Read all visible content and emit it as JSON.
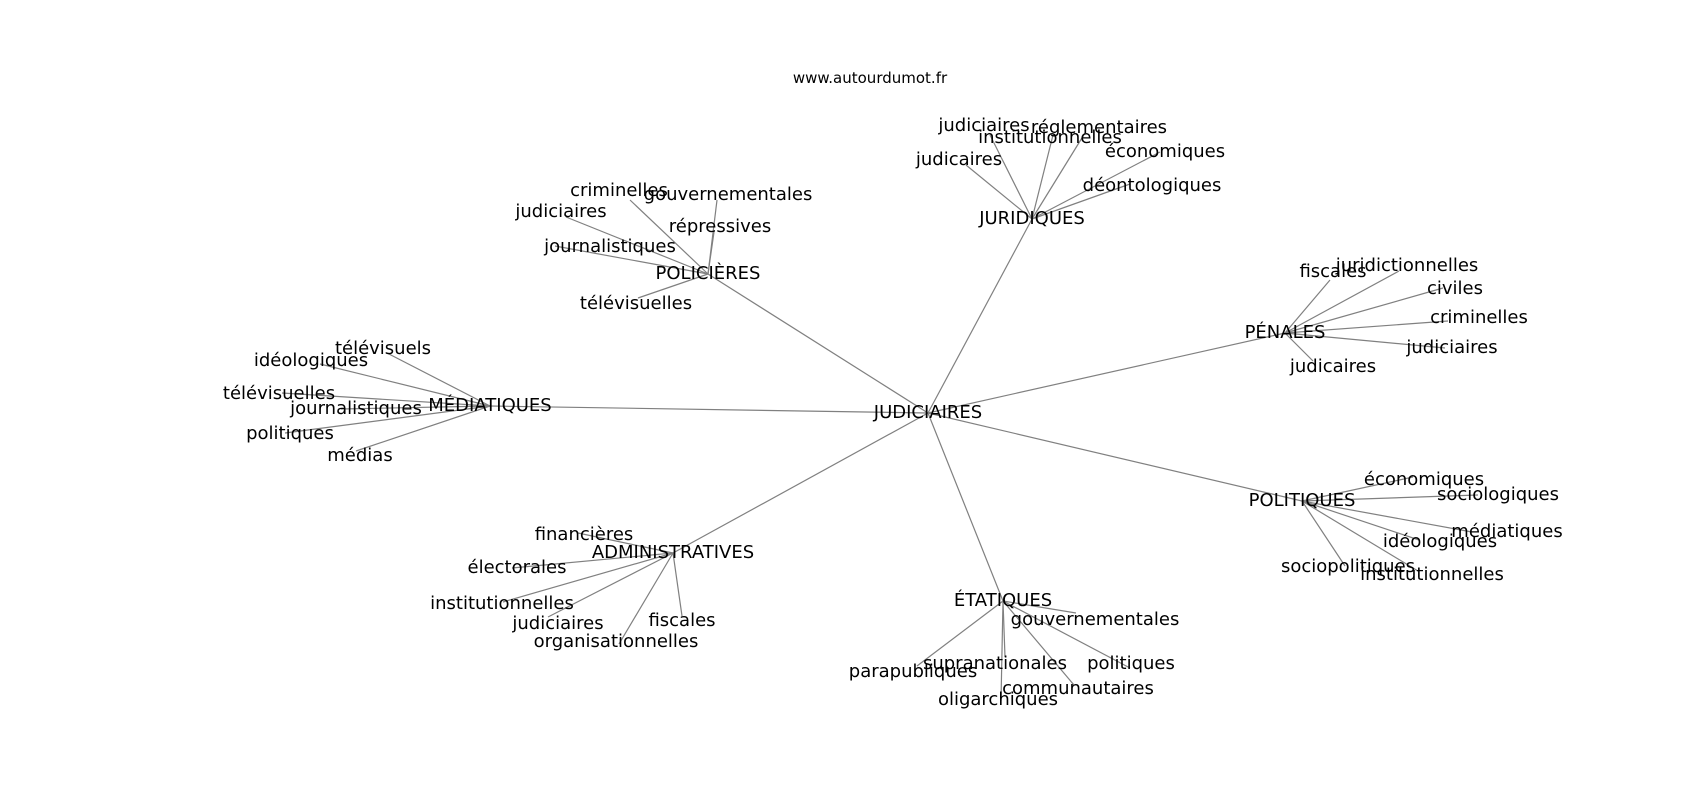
{
  "source": "www.autourdumot.fr",
  "root": "JUDICIAIRES",
  "groups": [
    {
      "label": "POLICIÈRES",
      "leaves": [
        "criminelles",
        "gouvernementales",
        "judiciaires",
        "répressives",
        "journalistiques",
        "télévisuelles"
      ]
    },
    {
      "label": "JURIDIQUES",
      "leaves": [
        "judiciaires",
        "réglementaires",
        "institutionnelles",
        "économiques",
        "judicaires",
        "déontologiques"
      ]
    },
    {
      "label": "PÉNALES",
      "leaves": [
        "fiscales",
        "juridictionnelles",
        "civiles",
        "criminelles",
        "judiciaires",
        "judicaires"
      ]
    },
    {
      "label": "POLITIQUES",
      "leaves": [
        "économiques",
        "sociologiques",
        "médiatiques",
        "idéologiques",
        "sociopolitiques",
        "institutionnelles"
      ]
    },
    {
      "label": "ÉTATIQUES",
      "leaves": [
        "gouvernementales",
        "supranationales",
        "politiques",
        "parapubliques",
        "communautaires",
        "oligarchiques"
      ]
    },
    {
      "label": "ADMINISTRATIVES",
      "leaves": [
        "financières",
        "électorales",
        "institutionnelles",
        "judiciaires",
        "fiscales",
        "organisationnelles"
      ]
    },
    {
      "label": "MÉDIATIQUES",
      "leaves": [
        "télévisuels",
        "idéologiques",
        "télévisuelles",
        "journalistiques",
        "politiques",
        "médias"
      ]
    }
  ]
}
